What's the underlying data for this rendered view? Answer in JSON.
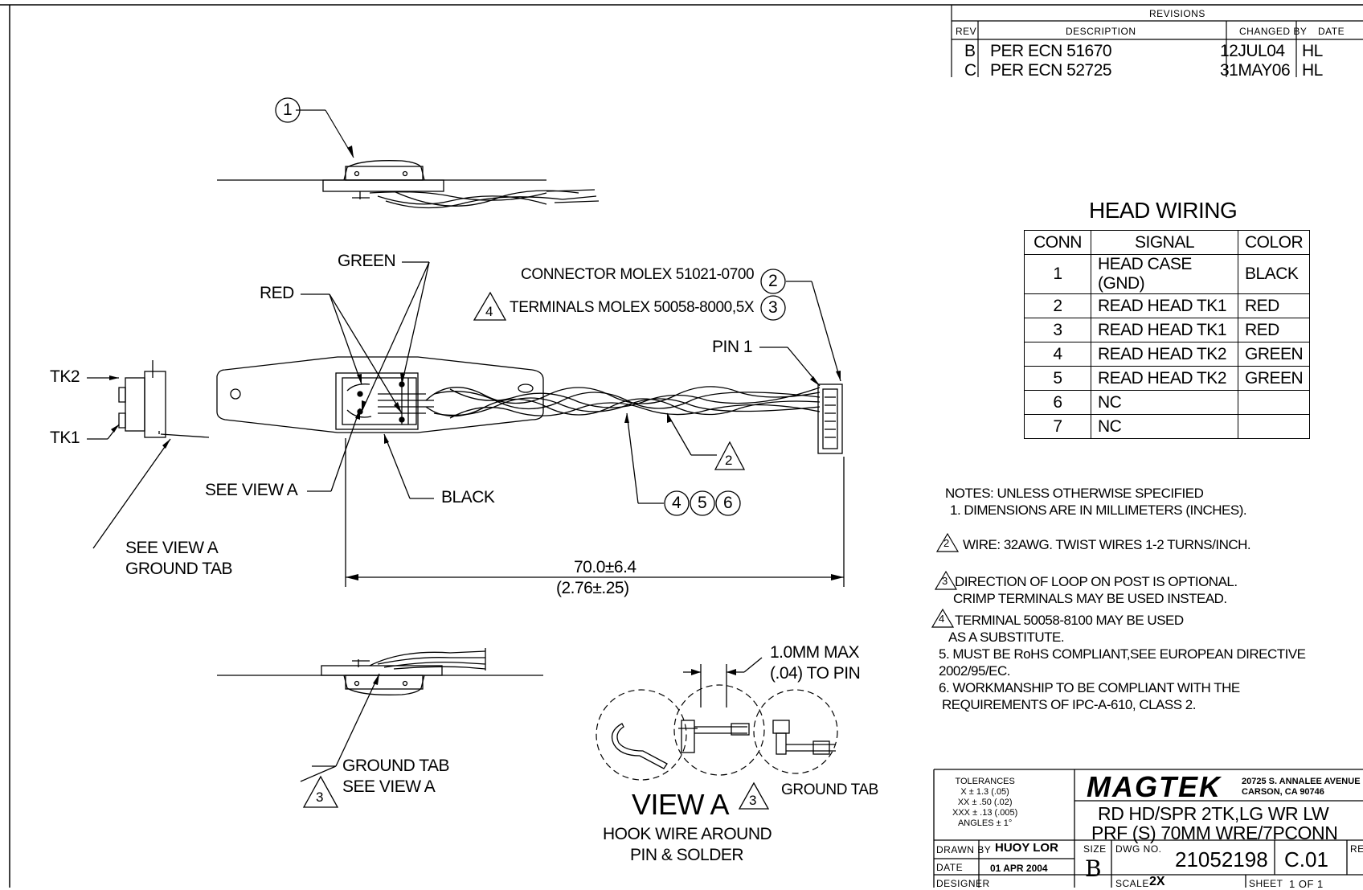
{
  "revisions": {
    "title": "REVISIONS",
    "headers": {
      "rev": "REV",
      "description": "DESCRIPTION",
      "changed_by": "CHANGED BY",
      "date": "DATE"
    },
    "rows": [
      {
        "rev": "B",
        "description": "PER ECN 51670",
        "changed_by": "12JUL04",
        "date": "HL"
      },
      {
        "rev": "C",
        "description": "PER ECN 52725",
        "changed_by": "31MAY06",
        "date": "HL"
      }
    ]
  },
  "head_wiring": {
    "title": "HEAD WIRING",
    "headers": [
      "CONN",
      "SIGNAL",
      "COLOR"
    ],
    "rows": [
      [
        "1",
        "HEAD CASE (GND)",
        "BLACK"
      ],
      [
        "2",
        "READ HEAD TK1",
        "RED"
      ],
      [
        "3",
        "READ HEAD TK1",
        "RED"
      ],
      [
        "4",
        "READ HEAD TK2",
        "GREEN"
      ],
      [
        "5",
        "READ HEAD TK2",
        "GREEN"
      ],
      [
        "6",
        "NC",
        ""
      ],
      [
        "7",
        "NC",
        ""
      ]
    ]
  },
  "callouts": {
    "green": "GREEN",
    "red": "RED",
    "tk2": "TK2",
    "tk1": "TK1",
    "see_view_a": "SEE VIEW A",
    "black": "BLACK",
    "see_view_a_2": "SEE VIEW A",
    "ground_tab": "GROUND TAB",
    "connector": "CONNECTOR MOLEX 51021-0700",
    "terminals": "TERMINALS MOLEX 50058-8000,5X",
    "pin1": "PIN 1",
    "dim_mm": "70.0±6.4",
    "dim_in": "(2.76±.25)",
    "ground_tab_2": "GROUND TAB",
    "see_view_a_3": "SEE VIEW A",
    "max_gap_1": "1.0MM MAX",
    "max_gap_2": "(.04) TO PIN",
    "ground_tab_3": "GROUND TAB",
    "view_a": "VIEW A",
    "hook_1": "HOOK WIRE AROUND",
    "hook_2": "PIN & SOLDER"
  },
  "balloons": {
    "b1": "1",
    "b2": "2",
    "b3": "3",
    "b4": "4",
    "b5": "5",
    "b6": "6",
    "tri4": "4",
    "tri2": "2",
    "tri3": "3",
    "tri3b": "3"
  },
  "notes": {
    "header": "NOTES: UNLESS OTHERWISE SPECIFIED",
    "n1": "1. DIMENSIONS ARE IN MILLIMETERS (INCHES).",
    "n2_num": "2",
    "n2": "WIRE: 32AWG. TWIST WIRES 1-2 TURNS/INCH.",
    "n3_num": "3",
    "n3a": "DIRECTION OF LOOP ON POST IS OPTIONAL.",
    "n3b": "CRIMP TERMINALS MAY BE USED INSTEAD.",
    "n4_num": "4",
    "n4a": "TERMINAL 50058-8100 MAY BE USED",
    "n4b": "AS A SUBSTITUTE.",
    "n5a": "5. MUST BE RoHS COMPLIANT,SEE EUROPEAN DIRECTIVE",
    "n5b": "2002/95/EC.",
    "n6a": "6. WORKMANSHIP TO BE COMPLIANT WITH THE",
    "n6b": "REQUIREMENTS OF IPC-A-610, CLASS 2."
  },
  "title_block": {
    "tolerances": [
      "TOLERANCES",
      "X ± 1.3 (.05)",
      "XX ± .50 (.02)",
      "XXX ± .13 (.005)",
      "ANGLES ± 1°"
    ],
    "logo": "MAGTEK",
    "address_1": "20725 S. ANNALEE AVENUE",
    "address_2": "CARSON, CA 90746",
    "title_1": "RD HD/SPR 2TK,LG WR LW",
    "title_2": "PRF (S) 70MM WRE/7PCONN",
    "drawn_by_label": "DRAWN BY",
    "drawn_by": "HUOY LOR",
    "date_label": "DATE",
    "date": "01 APR 2004",
    "designer_label": "DESIGNER",
    "size_label": "SIZE",
    "size": "B",
    "dwg_label": "DWG NO.",
    "dwg_no": "21052198",
    "rev_label": "REV",
    "rev": "C.01",
    "scale_label": "SCALE",
    "scale": "2X",
    "sheet_label": "SHEET",
    "sheet": "1 OF 1"
  }
}
